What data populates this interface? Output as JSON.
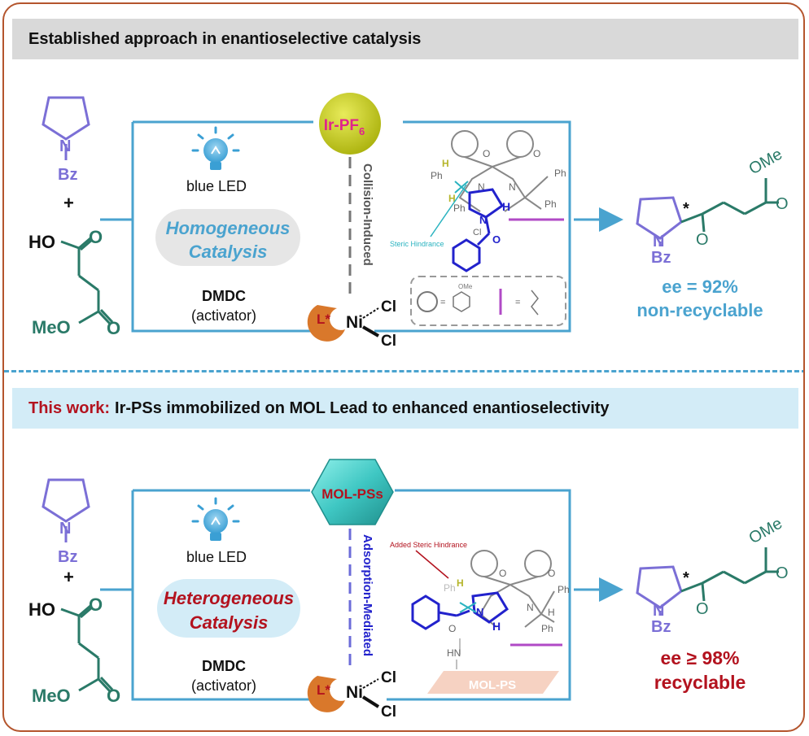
{
  "top": {
    "banner": "Established approach in enantioselective catalysis",
    "n_label": "N",
    "bz_label": "Bz",
    "plus": "+",
    "acid_ho": "HO",
    "acid_o1": "O",
    "acid_meo": "MeO",
    "acid_o2": "O",
    "led_label": "blue LED",
    "catalysis_line1": "Homogeneous",
    "catalysis_line2": "Catalysis",
    "dmdc": "DMDC",
    "activator": "(activator)",
    "photocat": "Ir-PF",
    "photocat_sub": "6",
    "mechanism": "Collision-Induced",
    "ligand": "L*",
    "ni": "Ni",
    "cl1": "Cl",
    "cl2": "Cl",
    "inset_labels": {
      "ph1": "Ph",
      "ph2": "Ph",
      "ph3": "Ph",
      "ph4": "Ph",
      "h1": "H",
      "h2": "H",
      "h3": "H",
      "o1": "O",
      "o2": "O",
      "n1": "N",
      "n2": "N",
      "n3": "N",
      "o3": "O",
      "cl": "Cl",
      "steric": "Steric Hindrance"
    },
    "legend": {
      "eq1": "=",
      "eq2": "=",
      "ome": "OMe"
    },
    "product": {
      "n": "N",
      "bz": "Bz",
      "star": "*",
      "o1": "O",
      "o2": "O",
      "ome": "OMe"
    },
    "result_line1": "ee = 92%",
    "result_line2": "non-recyclable"
  },
  "bottom": {
    "banner_red": "This work:",
    "banner_rest": "Ir-PSs immobilized on MOL Lead to enhanced enantioselectivity",
    "n_label": "N",
    "bz_label": "Bz",
    "plus": "+",
    "acid_ho": "HO",
    "acid_o1": "O",
    "acid_meo": "MeO",
    "acid_o2": "O",
    "led_label": "blue LED",
    "catalysis_line1": "Heterogeneous",
    "catalysis_line2": "Catalysis",
    "dmdc": "DMDC",
    "activator": "(activator)",
    "photocat": "MOL-PSs",
    "mechanism": "Adsorption-Mediated",
    "ligand": "L*",
    "ni": "Ni",
    "cl1": "Cl",
    "cl2": "Cl",
    "inset_labels": {
      "added_steric": "Added Steric Hindrance",
      "ph1": "Ph",
      "ph2": "Ph",
      "ph3": "Ph",
      "h1": "H",
      "h2": "H",
      "h3": "H",
      "o1": "O",
      "o2": "O",
      "n1": "N",
      "n2": "N",
      "o3": "O",
      "hn": "HN",
      "mol_ps": "MOL-PS"
    },
    "product": {
      "n": "N",
      "bz": "Bz",
      "star": "*",
      "o1": "O",
      "o2": "O",
      "ome": "OMe"
    },
    "result_line1": "ee ≥ 98%",
    "result_line2": "recyclable"
  },
  "colors": {
    "border": "#b4552d",
    "cyan": "#4aa3cf",
    "purple": "#7b6fd6",
    "teal": "#2a7a68",
    "red": "#b3121e",
    "hex": "#3fc7c3",
    "ir_ball": "#c9cd17",
    "magenta": "#e0238c",
    "nickel_ligand": "#d9782b"
  }
}
